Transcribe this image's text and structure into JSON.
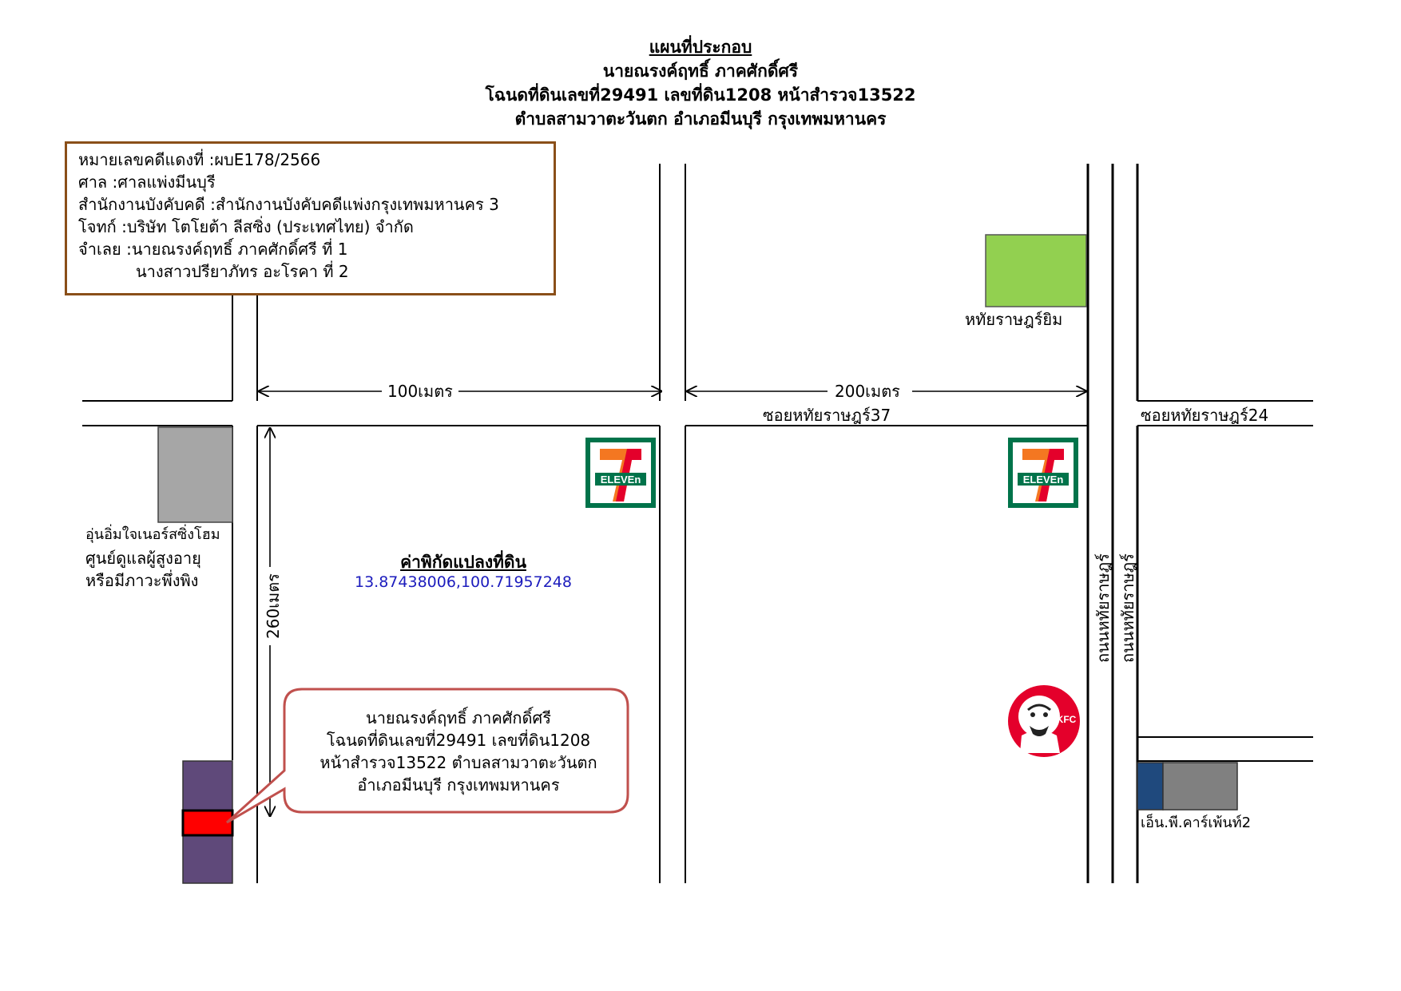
{
  "header": {
    "line1": "แผนที่ประกอบ",
    "line2": "นายณรงค์ฤทธิ์ ภาคศักดิ์ศรี",
    "line3": "โฉนดที่ดินเลขที่29491 เลขที่ดิน1208 หน้าสำรวจ13522",
    "line4": "ตำบลสามวาตะวันตก อำเภอมีนบุรี กรุงเทพมหานคร"
  },
  "case_info": {
    "line1": "หมายเลขคดีแดงที่ :ผบE178/2566",
    "line2": "ศาล :ศาลแพ่งมีนบุรี",
    "line3": "สำนักงานบังคับคดี :สำนักงานบังคับคดีแพ่งกรุงเทพมหานคร 3",
    "line4": "โจทก์ :บริษัท โตโยต้า ลีสซิ่ง (ประเทศไทย) จำกัด",
    "line5": "จำเลย :นายณรงค์ฤทธิ์ ภาคศักดิ์ศรี ที่ 1",
    "line6": "นางสาวปรียาภัทร อะโรคา ที่ 2"
  },
  "distances": {
    "d100": "100เมตร",
    "d200": "200เมตร",
    "d260": "260เมตร"
  },
  "roads": {
    "soi37": "ซอยหทัยราษฎร์37",
    "soi24": "ซอยหทัยราษฎร์24",
    "main_road_1": "ถนนหทัยราษฎร์",
    "main_road_2": "ถนนหทัยราษฎร์"
  },
  "landmarks": {
    "hathai_gym": "หทัยราษฎร์ยิม",
    "nursing_line1": "อุ่นอิ่มใจเนอร์สซิ่งโฮม",
    "nursing_line2": "ศูนย์ดูแลผู้สูงอายุ",
    "nursing_line3": "หรือมีภาวะพึ่งพิง",
    "np_carpaint": "เอ็น.พี.คาร์เพ้นท์2",
    "seven_eleven_text": "ELEVEn",
    "kfc_text": "KFC"
  },
  "coordinates": {
    "title": "ค่าพิกัดแปลงที่ดิน",
    "value": "13.87438006,100.71957248"
  },
  "callout": {
    "line1": "นายณรงค์ฤทธิ์ ภาคศักดิ์ศรี",
    "line2": "โฉนดที่ดินเลขที่29491 เลขที่ดิน1208",
    "line3": "หน้าสำรวจ13522 ตำบลสามวาตะวันตก",
    "line4": "อำเภอมีนบุรี กรุงเทพมหานคร"
  },
  "colors": {
    "case_box_border": "#8a4f19",
    "callout_border": "#c0504d",
    "gym_green": "#92d050",
    "nursing_gray": "#a6a6a6",
    "target_purple": "#5f497a",
    "target_red": "#ff0000",
    "np_blue": "#1f497d",
    "np_gray": "#808080",
    "seven_green": "#00734a",
    "seven_orange": "#f47721",
    "seven_red": "#e4002b",
    "coordinate_blue": "#1c1cbd"
  }
}
